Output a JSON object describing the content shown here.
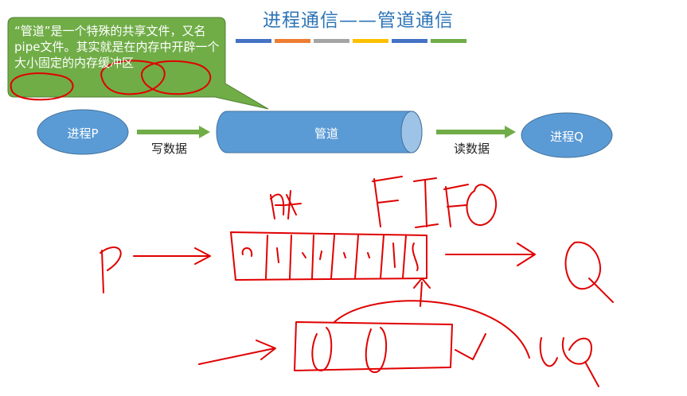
{
  "title": "进程通信——管道通信",
  "stripe_colors": [
    "#4472c4",
    "#ed7d31",
    "#a5a5a5",
    "#ffc000",
    "#4472c4",
    "#70ad47"
  ],
  "callout": {
    "text": "“管道”是一个特殊的共享文件，又名pipe文件。其实就是在内存中开辟一个大小固定的内存缓冲区",
    "fill": "#70ad47"
  },
  "diagram": {
    "process_p": "进程P",
    "pipe": "管道",
    "process_q": "进程Q",
    "write_label": "写数据",
    "read_label": "读数据",
    "node_color": "#5b9bd5",
    "arrow_color": "#70ad47"
  },
  "annotations": {
    "ink_color": "#e00000",
    "fifo": "FIFO",
    "p_letter": "P",
    "q_letter": "Q"
  }
}
